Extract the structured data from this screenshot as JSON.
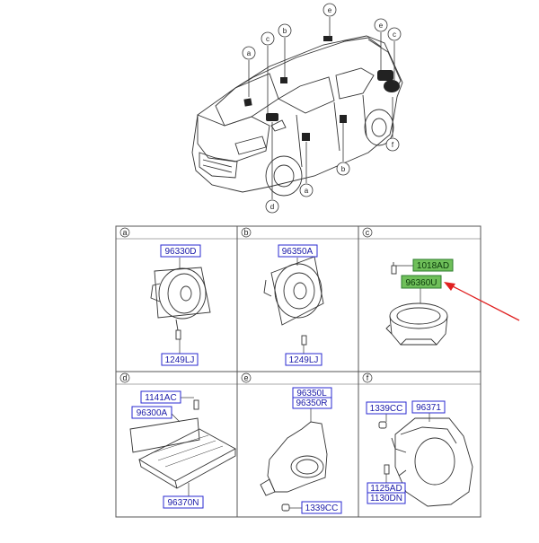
{
  "diagram": {
    "car_callouts": [
      {
        "letter": "e"
      },
      {
        "letter": "e"
      },
      {
        "letter": "c"
      },
      {
        "letter": "b"
      },
      {
        "letter": "a"
      },
      {
        "letter": "c"
      },
      {
        "letter": "f"
      },
      {
        "letter": "b"
      },
      {
        "letter": "a"
      },
      {
        "letter": "d"
      }
    ],
    "panels": [
      {
        "letter": "a",
        "parts": [
          "96330D",
          "1249LJ"
        ]
      },
      {
        "letter": "b",
        "parts": [
          "96350A",
          "1249LJ"
        ]
      },
      {
        "letter": "c",
        "parts": [
          "1018AD",
          "96360U"
        ]
      },
      {
        "letter": "d",
        "parts": [
          "1141AC",
          "96300A",
          "96370N"
        ]
      },
      {
        "letter": "e",
        "parts": [
          "96350L",
          "96350R",
          "1339CC"
        ]
      },
      {
        "letter": "f",
        "parts": [
          "1339CC",
          "96371",
          "1125AD",
          "1130DN"
        ]
      }
    ],
    "colors": {
      "part_label_border": "#2a2ad0",
      "part_label_text": "#1a1aa8",
      "highlight_fill": "#6fbf5a",
      "highlight_border": "#2e7d2e",
      "arrow": "#e02020",
      "line": "#333333"
    }
  }
}
